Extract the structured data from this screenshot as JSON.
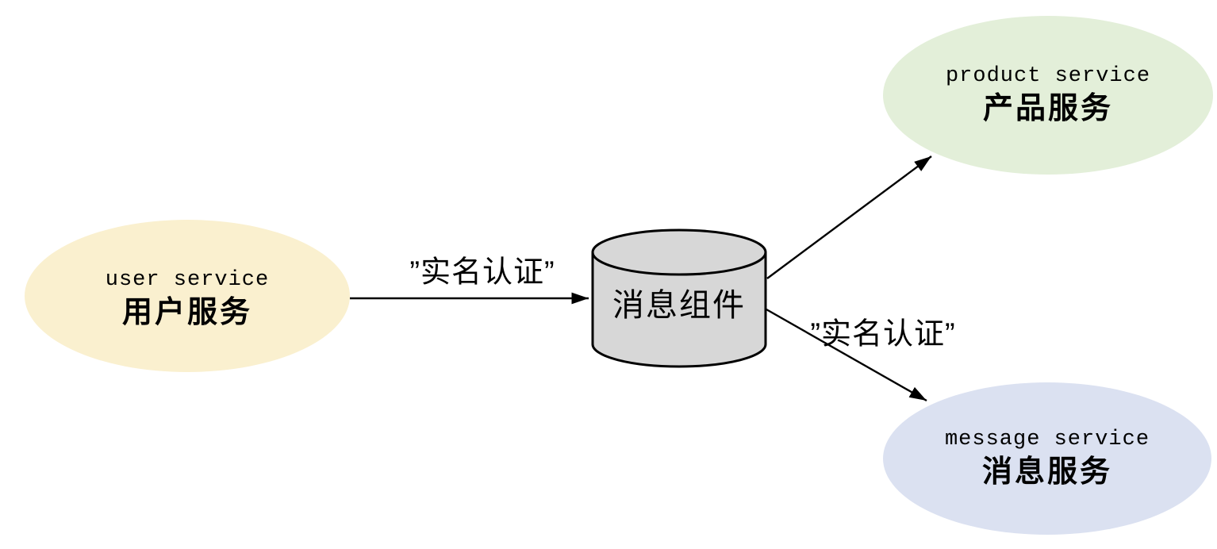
{
  "diagram": {
    "background": "#ffffff",
    "text_color": "#000000",
    "nodes": {
      "user_service": {
        "title": "user service",
        "subtitle": "用户服务",
        "shape": "ellipse",
        "fill": "#faf0cf"
      },
      "message_component": {
        "label": "消息组件",
        "shape": "cylinder",
        "fill": "#d7d7d7",
        "stroke": "#000000"
      },
      "product_service": {
        "title": "product service",
        "subtitle": "产品服务",
        "shape": "ellipse",
        "fill": "#e3efd9"
      },
      "message_service": {
        "title": "message service",
        "subtitle": "消息服务",
        "shape": "ellipse",
        "fill": "#dbe1f1"
      }
    },
    "edges": [
      {
        "from": "user_service",
        "to": "message_component",
        "label": "”实名认证”"
      },
      {
        "from": "message_component",
        "to": "product_service",
        "label": ""
      },
      {
        "from": "message_component",
        "to": "message_service",
        "label": "”实名认证”"
      }
    ],
    "arrow_color": "#000000"
  }
}
